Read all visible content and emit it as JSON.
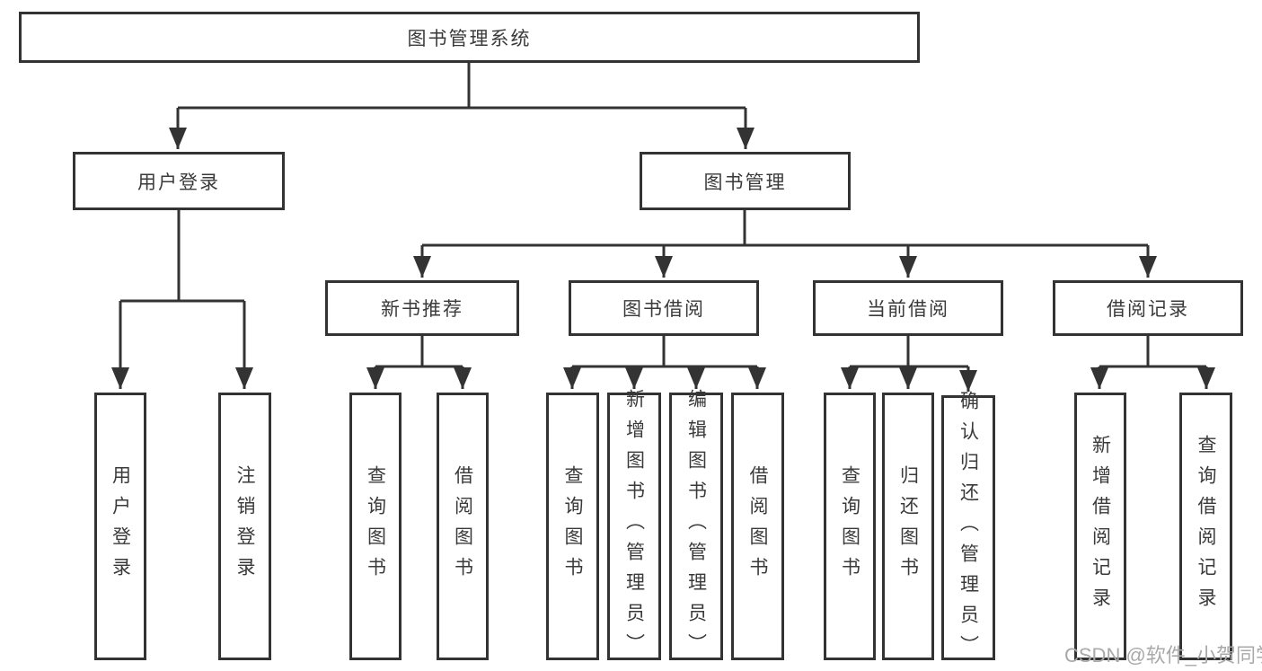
{
  "nodes": {
    "root": {
      "label": "图书管理系统"
    },
    "user_login": {
      "label": "用户登录"
    },
    "book_mgmt": {
      "label": "图书管理"
    },
    "new_book_rec": {
      "label": "新书推荐"
    },
    "book_borrow": {
      "label": "图书借阅"
    },
    "current_borrow": {
      "label": "当前借阅"
    },
    "borrow_record": {
      "label": "借阅记录"
    },
    "ul_login": {
      "label": "用户登录"
    },
    "ul_logout": {
      "label": "注销登录"
    },
    "nb_query": {
      "label": "查询图书"
    },
    "nb_borrow": {
      "label": "借阅图书"
    },
    "bb_query": {
      "label": "查询图书"
    },
    "bb_add": {
      "label": "新增图书（管理员）"
    },
    "bb_edit": {
      "label": "编辑图书（管理员）"
    },
    "bb_borrow": {
      "label": "借阅图书"
    },
    "cb_query": {
      "label": "查询图书"
    },
    "cb_return": {
      "label": "归还图书"
    },
    "cb_confirm": {
      "label": "确认归还（管理员）"
    },
    "br_add": {
      "label": "新增借阅记录"
    },
    "br_query": {
      "label": "查询借阅记录"
    }
  },
  "watermark": {
    "text": "CSDN @软件_小贺同学"
  },
  "colors": {
    "line": "#333333",
    "text": "#3a3a3a",
    "watermark_text": "#a9a9a9",
    "background": "#ffffff"
  }
}
